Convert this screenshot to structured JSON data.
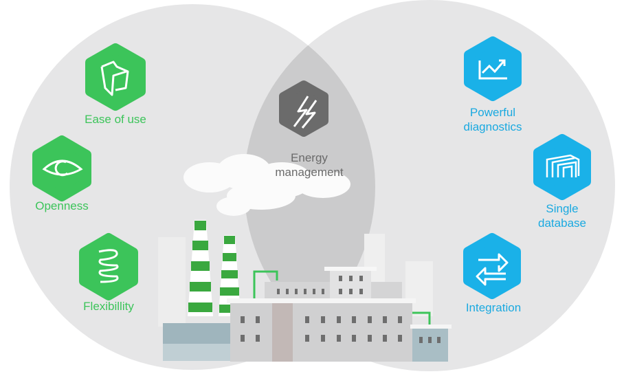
{
  "colors": {
    "green": "#3cc45a",
    "blue": "#1ab1e8",
    "gray_icon": "#6b6b6b",
    "circle": "#e6e6e7",
    "overlap": "#cbcbcc"
  },
  "left_features": [
    {
      "label": "Ease of use",
      "icon": "box-icon"
    },
    {
      "label": "Openness",
      "icon": "eye-icon"
    },
    {
      "label": "Flexibillity",
      "icon": "spring-icon"
    }
  ],
  "center_feature": {
    "label_line1": "Energy",
    "label_line2": "management",
    "icon": "lightning-icon"
  },
  "right_features": [
    {
      "label_line1": "Powerful",
      "label_line2": "diagnostics",
      "icon": "chart-trend-icon"
    },
    {
      "label_line1": "Single",
      "label_line2": "database",
      "icon": "database-stack-icon"
    },
    {
      "label_line1": "Integration",
      "icon": "exchange-arrows-icon"
    }
  ]
}
